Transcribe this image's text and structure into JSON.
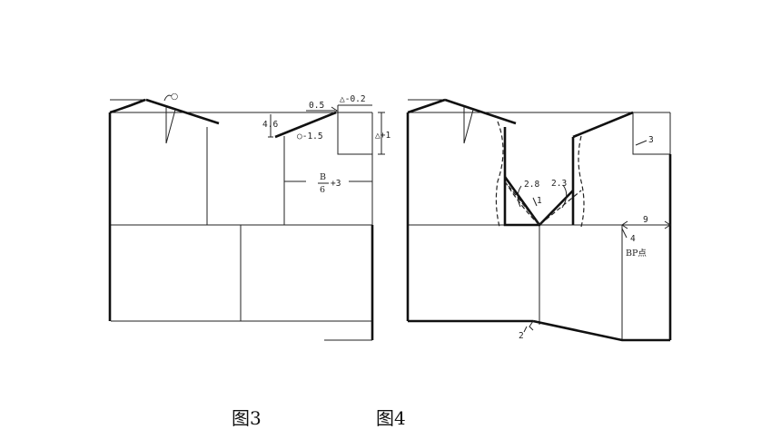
{
  "figures": [
    {
      "caption": "图3",
      "labels": {
        "circle_mark": "○",
        "shoulder_offset": "0.5",
        "triangle_minus": "△-0.2",
        "depth": "4.6",
        "circle_minus": "○-1.5",
        "triangle_plus": "△+1",
        "frac_num": "B",
        "frac_den": "6",
        "frac_plus": "+3"
      }
    },
    {
      "caption": "图4",
      "labels": {
        "mark_3": "3",
        "mark_2_8": "2.8",
        "mark_2_3": "2.3",
        "mark_1": "1",
        "mark_9": "9",
        "mark_4": "4",
        "bp_point": "BP点",
        "mark_2": "2"
      }
    }
  ]
}
